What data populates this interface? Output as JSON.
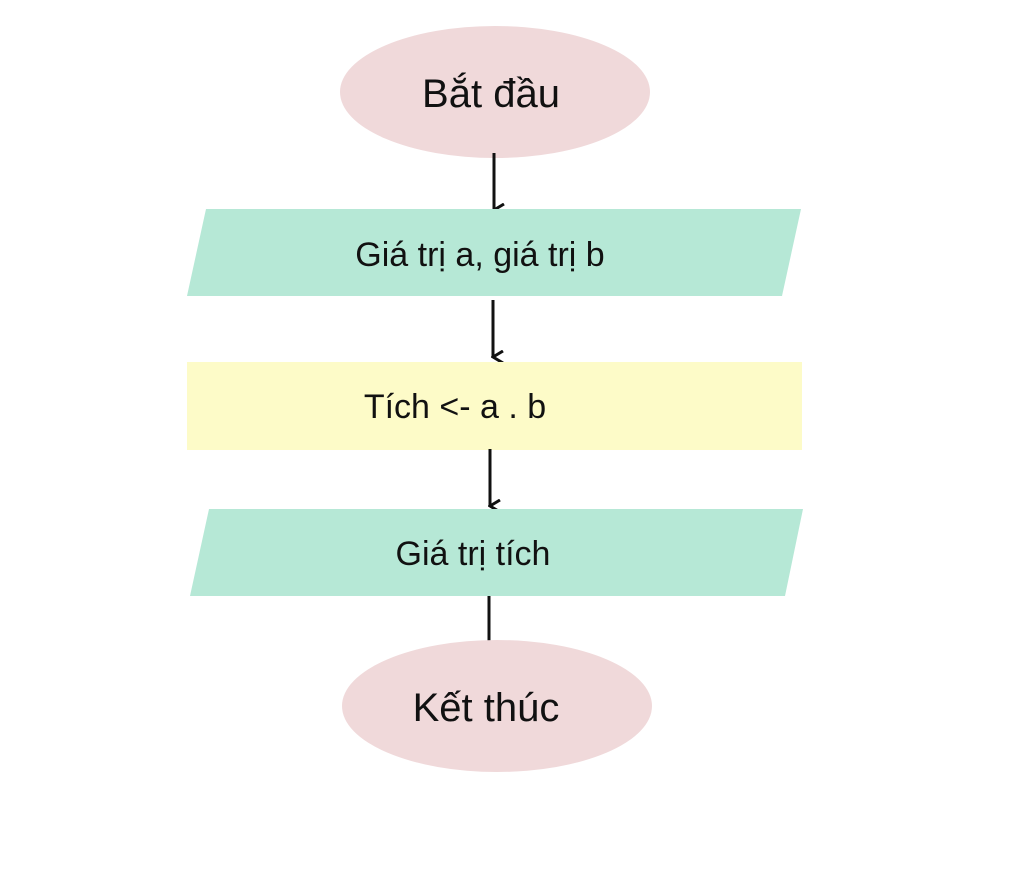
{
  "diagram": {
    "type": "flowchart",
    "colors": {
      "terminal": "#f0d9da",
      "io": "#b6e8d6",
      "process": "#fdfbc8",
      "arrow": "#111111"
    },
    "start": {
      "label": "Bắt đầu",
      "shape": "ellipse"
    },
    "input": {
      "label": "Giá trị a, giá trị b",
      "shape": "parallelogram"
    },
    "process": {
      "label": "Tích <- a . b",
      "shape": "rectangle"
    },
    "output": {
      "label": "Giá trị tích",
      "shape": "parallelogram"
    },
    "end": {
      "label": "Kết thúc",
      "shape": "ellipse"
    },
    "edges": [
      {
        "from": "start",
        "to": "input"
      },
      {
        "from": "input",
        "to": "process"
      },
      {
        "from": "process",
        "to": "output"
      },
      {
        "from": "output",
        "to": "end"
      }
    ]
  }
}
